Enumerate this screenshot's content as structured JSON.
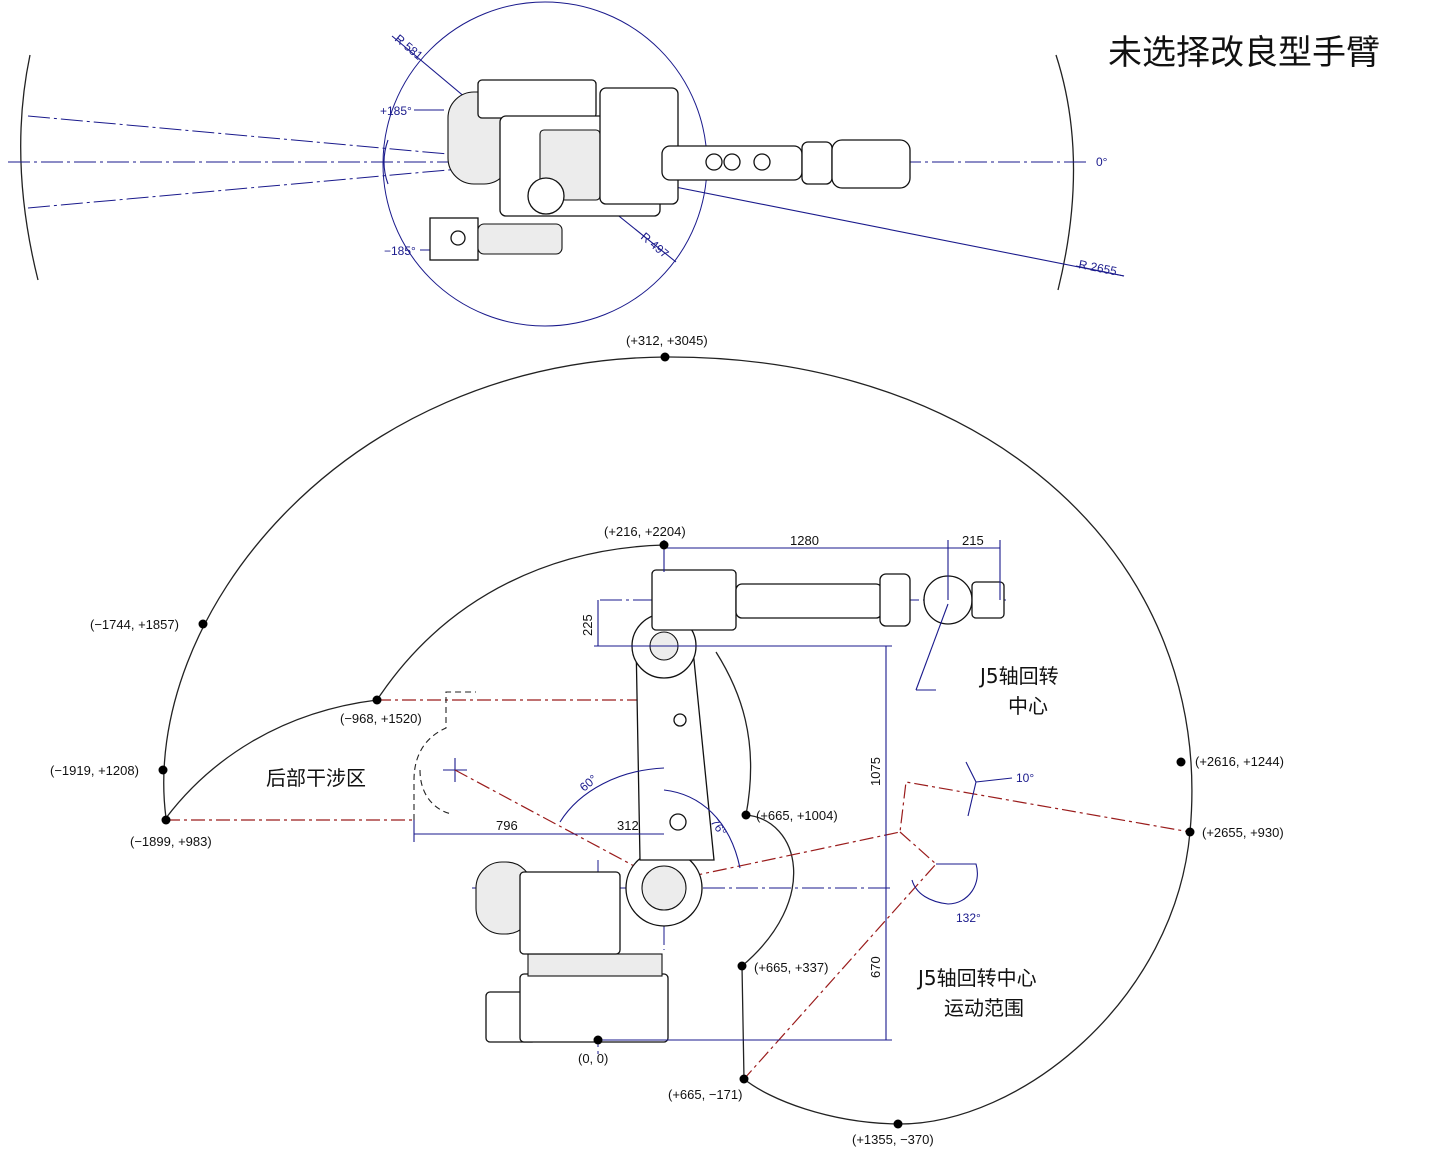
{
  "title": "未选择改良型手臂",
  "top_view": {
    "angle_pos": "+185°",
    "angle_neg": "−185°",
    "angle_zero": "0°",
    "radius_rear": "R 581",
    "radius_inner": "R 497",
    "radius_reach": "R 2655"
  },
  "side_view": {
    "points": [
      {
        "label": "(+312, +3045)"
      },
      {
        "label": "(+216, +2204)"
      },
      {
        "label": "(−1744, +1857)"
      },
      {
        "label": "(−968, +1520)"
      },
      {
        "label": "(−1919, +1208)"
      },
      {
        "label": "(−1899, +983)"
      },
      {
        "label": "(+665, +1004)"
      },
      {
        "label": "(+2616, +1244)"
      },
      {
        "label": "(+2655, +930)"
      },
      {
        "label": "(+665, +337)"
      },
      {
        "label": "(0, 0)"
      },
      {
        "label": "(+665, −171)"
      },
      {
        "label": "(+1355, −370)"
      }
    ],
    "dimensions": {
      "d1280": "1280",
      "d215": "215",
      "d225": "225",
      "d1075": "1075",
      "d670": "670",
      "d796": "796",
      "d312": "312"
    },
    "angles": {
      "a60": "60°",
      "a76": "76°",
      "a10": "10°",
      "a132": "132°"
    },
    "labels": {
      "rear_interference": "后部干涉区",
      "j5_center_line1": "J5轴回转",
      "j5_center_line2": "中心",
      "j5_range_line1": "J5轴回转中心",
      "j5_range_line2": "运动范围"
    }
  }
}
